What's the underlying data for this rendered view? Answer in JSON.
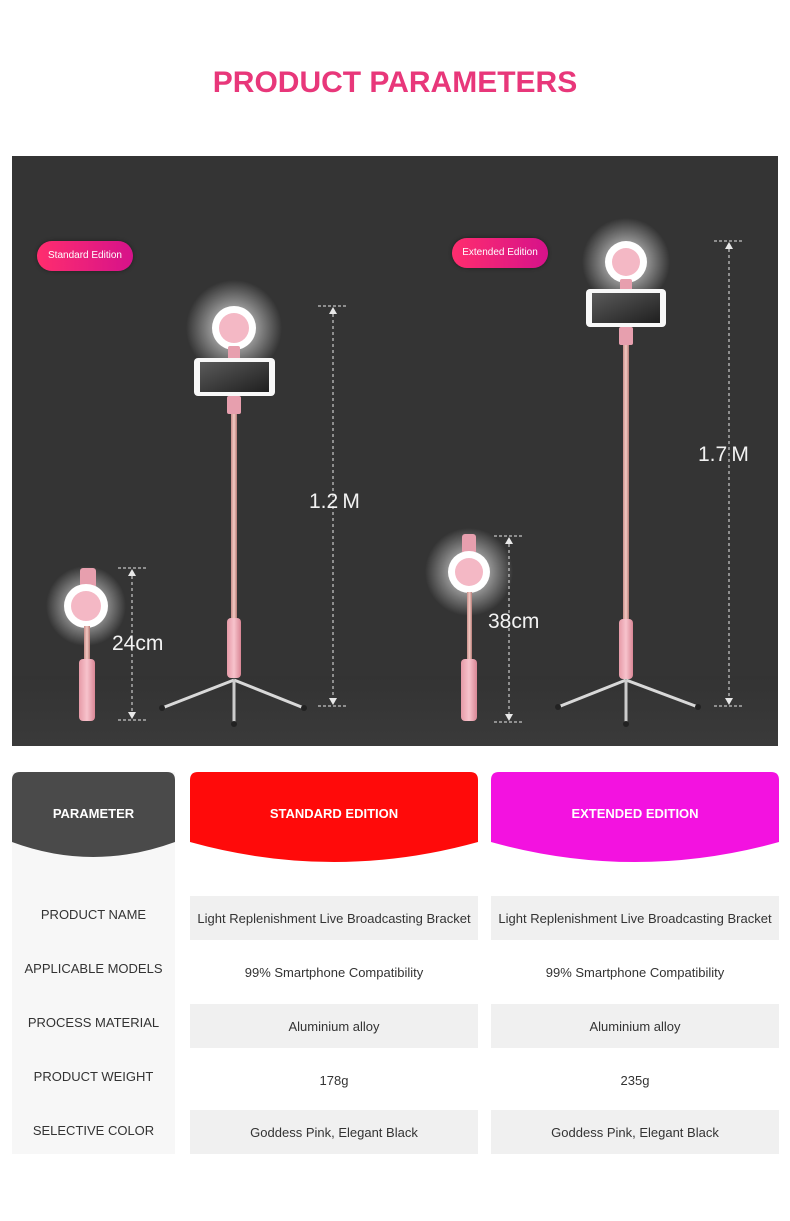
{
  "title": "PRODUCT PARAMETERS",
  "hero": {
    "badge_standard": "Standard Edition",
    "badge_extended": "Extended Edition",
    "dim_std_short": "24cm",
    "dim_std_tall": "1.2 M",
    "dim_ext_short": "38cm",
    "dim_ext_tall": "1.7 M"
  },
  "table": {
    "header_param": "PARAMETER",
    "header_standard": "STANDARD EDITION",
    "header_extended": "EXTENDED EDITION",
    "rows": [
      {
        "param": "PRODUCT NAME",
        "standard": "Light Replenishment Live Broadcasting Bracket",
        "extended": "Light Replenishment Live Broadcasting Bracket"
      },
      {
        "param": "APPLICABLE MODELS",
        "standard": "99% Smartphone Compatibility",
        "extended": "99% Smartphone Compatibility"
      },
      {
        "param": "PROCESS MATERIAL",
        "standard": "Aluminium alloy",
        "extended": "Aluminium alloy"
      },
      {
        "param": "PRODUCT WEIGHT",
        "standard": "178g",
        "extended": "235g"
      },
      {
        "param": "SELECTIVE COLOR",
        "standard": "Goddess Pink, Elegant Black",
        "extended": "Goddess Pink, Elegant Black"
      }
    ]
  },
  "colors": {
    "title": "#e8377a",
    "standard_header": "#ff0a0a",
    "extended_header": "#f312e0",
    "param_header": "#4a4a4a",
    "hero_bg": "#333333"
  }
}
